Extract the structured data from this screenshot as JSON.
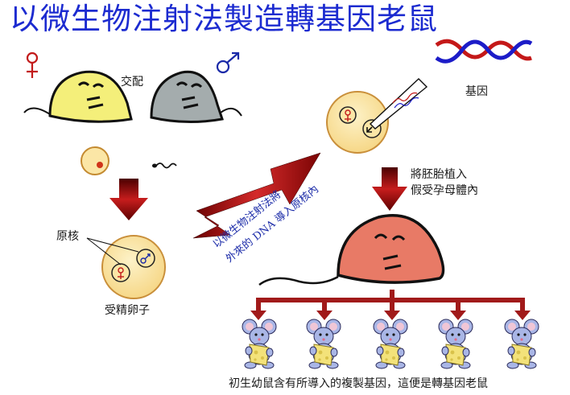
{
  "title": "以微生物注射法製造轉基因老鼠",
  "labels": {
    "mating": "交配",
    "gene": "基因",
    "pronucleus": "原核",
    "fertilized_egg": "受精卵子",
    "implant_line1": "將胚胎植入",
    "implant_line2": "假受孕母體內",
    "injection_line1": "以微生物注射法將",
    "injection_line2": "外來的 DNA 導入原核內",
    "conclusion": "初生幼鼠含有所導入的複製基因，這便是轉基因老鼠"
  },
  "symbols": {
    "female": "♀",
    "male": "♂"
  },
  "colors": {
    "title": "#1c2bd0",
    "arrow": "#b01818",
    "female_mouse": "#f4ef7a",
    "male_mouse": "#a4acad",
    "mother_mouse": "#e87a66",
    "egg": "#fbe6a6",
    "baby_mouse": "#a9b6e6",
    "cheese": "#f3e27a"
  }
}
